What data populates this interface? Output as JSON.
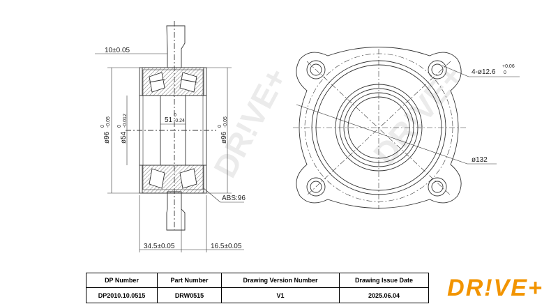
{
  "dimensions": {
    "width_10": "10±0.05",
    "dia_96_left": "ø96",
    "dia_96_left_tol_top": "0",
    "dia_96_left_tol_bot": "-0.05",
    "dia_54": "ø54",
    "dia_54_tol_top": "0",
    "dia_54_tol_bot": "-0.012",
    "dim_51": "51",
    "dim_51_tol_top": "0",
    "dim_51_tol_bot": "-0.24",
    "dia_96_right": "ø96",
    "dia_96_right_tol_top": "0",
    "dia_96_right_tol_bot": "-0.05",
    "abs": "ABS:96",
    "len_34_5": "34.5±0.05",
    "len_16_5": "16.5±0.05",
    "holes": "4-ø12.6",
    "holes_tol_top": "+0.06",
    "holes_tol_bot": "0",
    "dia_132": "ø132"
  },
  "watermark": "DR!VE+",
  "title_block": {
    "headers": [
      "DP Number",
      "Part Number",
      "Drawing Version Number",
      "Drawing Issue Date"
    ],
    "values": [
      "DP2010.10.0515",
      "DRW0515",
      "V1",
      "2025.06.04"
    ]
  },
  "logo": "DR!VE+",
  "colors": {
    "logo": "#f29400",
    "line": "#333333",
    "watermark": "#d9d9d9"
  }
}
